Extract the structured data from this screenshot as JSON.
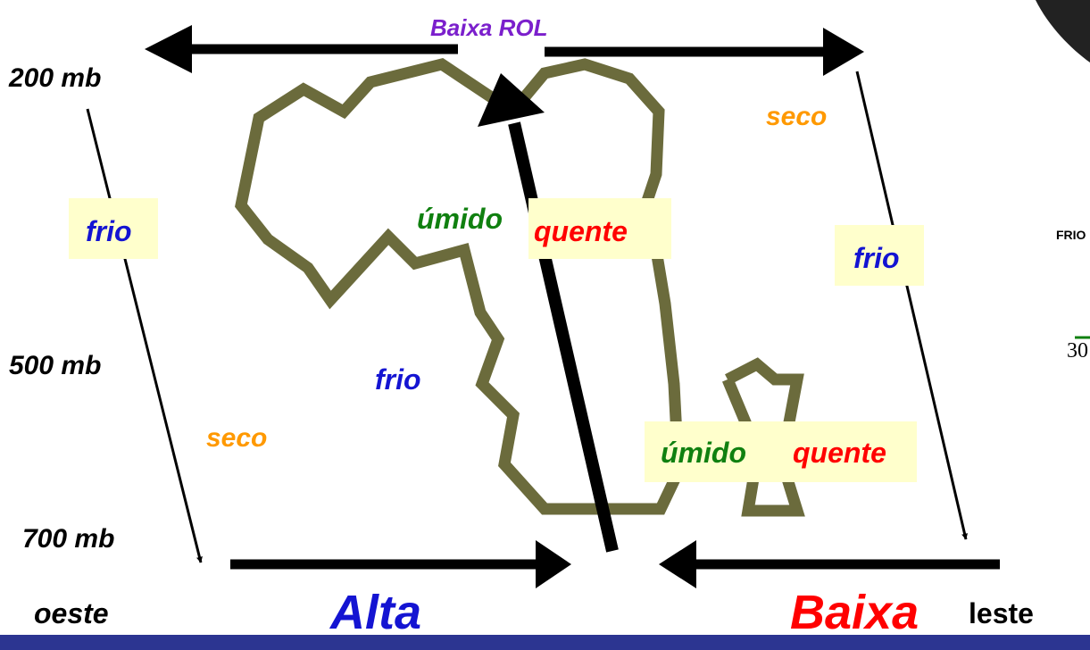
{
  "top_label": "Baixa ROL",
  "levels": {
    "l200": "200 mb",
    "l500": "500 mb",
    "l700": "700 mb"
  },
  "directions": {
    "west": "oeste",
    "east": "leste"
  },
  "pressure": {
    "high": "Alta",
    "low": "Baixa"
  },
  "regions": {
    "left_upper_temp": "frio",
    "left_mid_temp": "frio",
    "left_lower_moist": "seco",
    "cloud_moist": "úmido",
    "updraft_temp": "quente",
    "right_upper_moist": "seco",
    "right_temp": "frio",
    "lower_moist": "úmido",
    "lower_temp": "quente"
  },
  "edge_labels": {
    "frio": "FRIO",
    "partial_number": "30"
  },
  "colors": {
    "blue": "#1414d2",
    "red": "#ff0000",
    "green": "#108010",
    "orange": "#ff9900",
    "purple": "#7b1fcc",
    "cloud": "#6b6b3c",
    "label_box": "#ffffcc",
    "bottom_bar": "#2c3591"
  }
}
